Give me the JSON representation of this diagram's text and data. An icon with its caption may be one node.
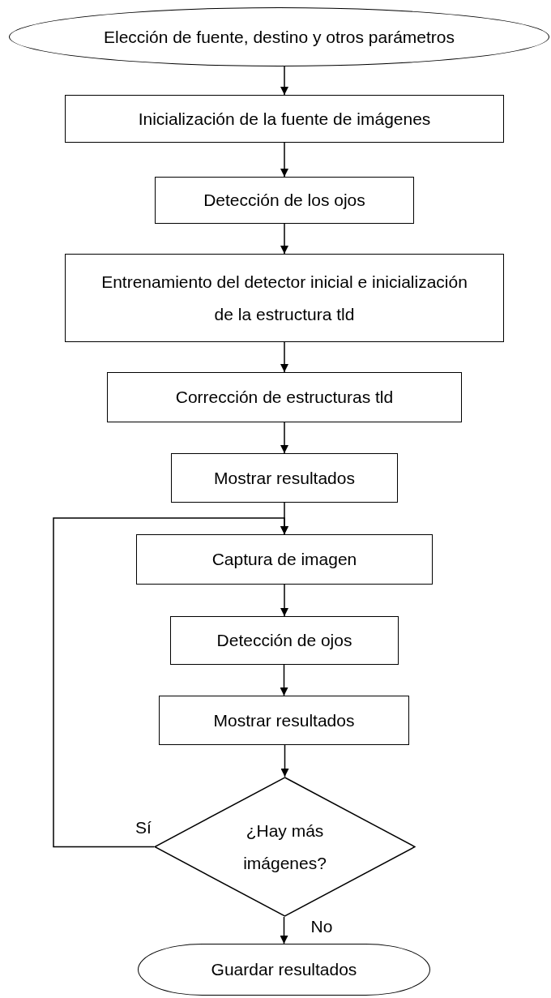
{
  "diagram": {
    "nodes": [
      {
        "text": [
          "Elección de fuente, destino y otros parámetros"
        ]
      },
      {
        "text": [
          "Inicialización de la fuente de imágenes"
        ]
      },
      {
        "text": [
          "Detección de los ojos"
        ]
      },
      {
        "text": [
          "Entrenamiento del detector inicial e inicialización de la estructura tld"
        ]
      },
      {
        "text": [
          "Corrección de estructuras tld"
        ]
      },
      {
        "text": [
          "Mostrar resultados"
        ]
      },
      {
        "text": [
          "Captura de imagen"
        ]
      },
      {
        "text": [
          "Detección de ojos"
        ]
      },
      {
        "text": [
          "Mostrar resultados"
        ]
      },
      {
        "text": [
          "¿Hay más imágenes?"
        ]
      },
      {
        "text": [
          "Guardar resultados"
        ]
      }
    ],
    "edges": [
      {
        "from": 0,
        "to": 1,
        "arrow": "to"
      },
      {
        "from": 1,
        "to": 2,
        "arrow": "to"
      },
      {
        "from": 2,
        "to": 3,
        "arrow": "to"
      },
      {
        "from": 3,
        "to": 4,
        "arrow": "to"
      },
      {
        "from": 4,
        "to": 5,
        "arrow": "to"
      },
      {
        "from": 5,
        "to": 6,
        "arrow": "to"
      },
      {
        "from": 6,
        "to": 7,
        "arrow": "to"
      },
      {
        "from": 7,
        "to": 8,
        "arrow": "to"
      },
      {
        "from": 8,
        "to": 9,
        "arrow": "to"
      },
      {
        "from": 9,
        "to": 6,
        "label": "Sí",
        "arrow": "to"
      },
      {
        "from": 9,
        "to": 10,
        "label": "No",
        "arrow": "to"
      }
    ]
  }
}
